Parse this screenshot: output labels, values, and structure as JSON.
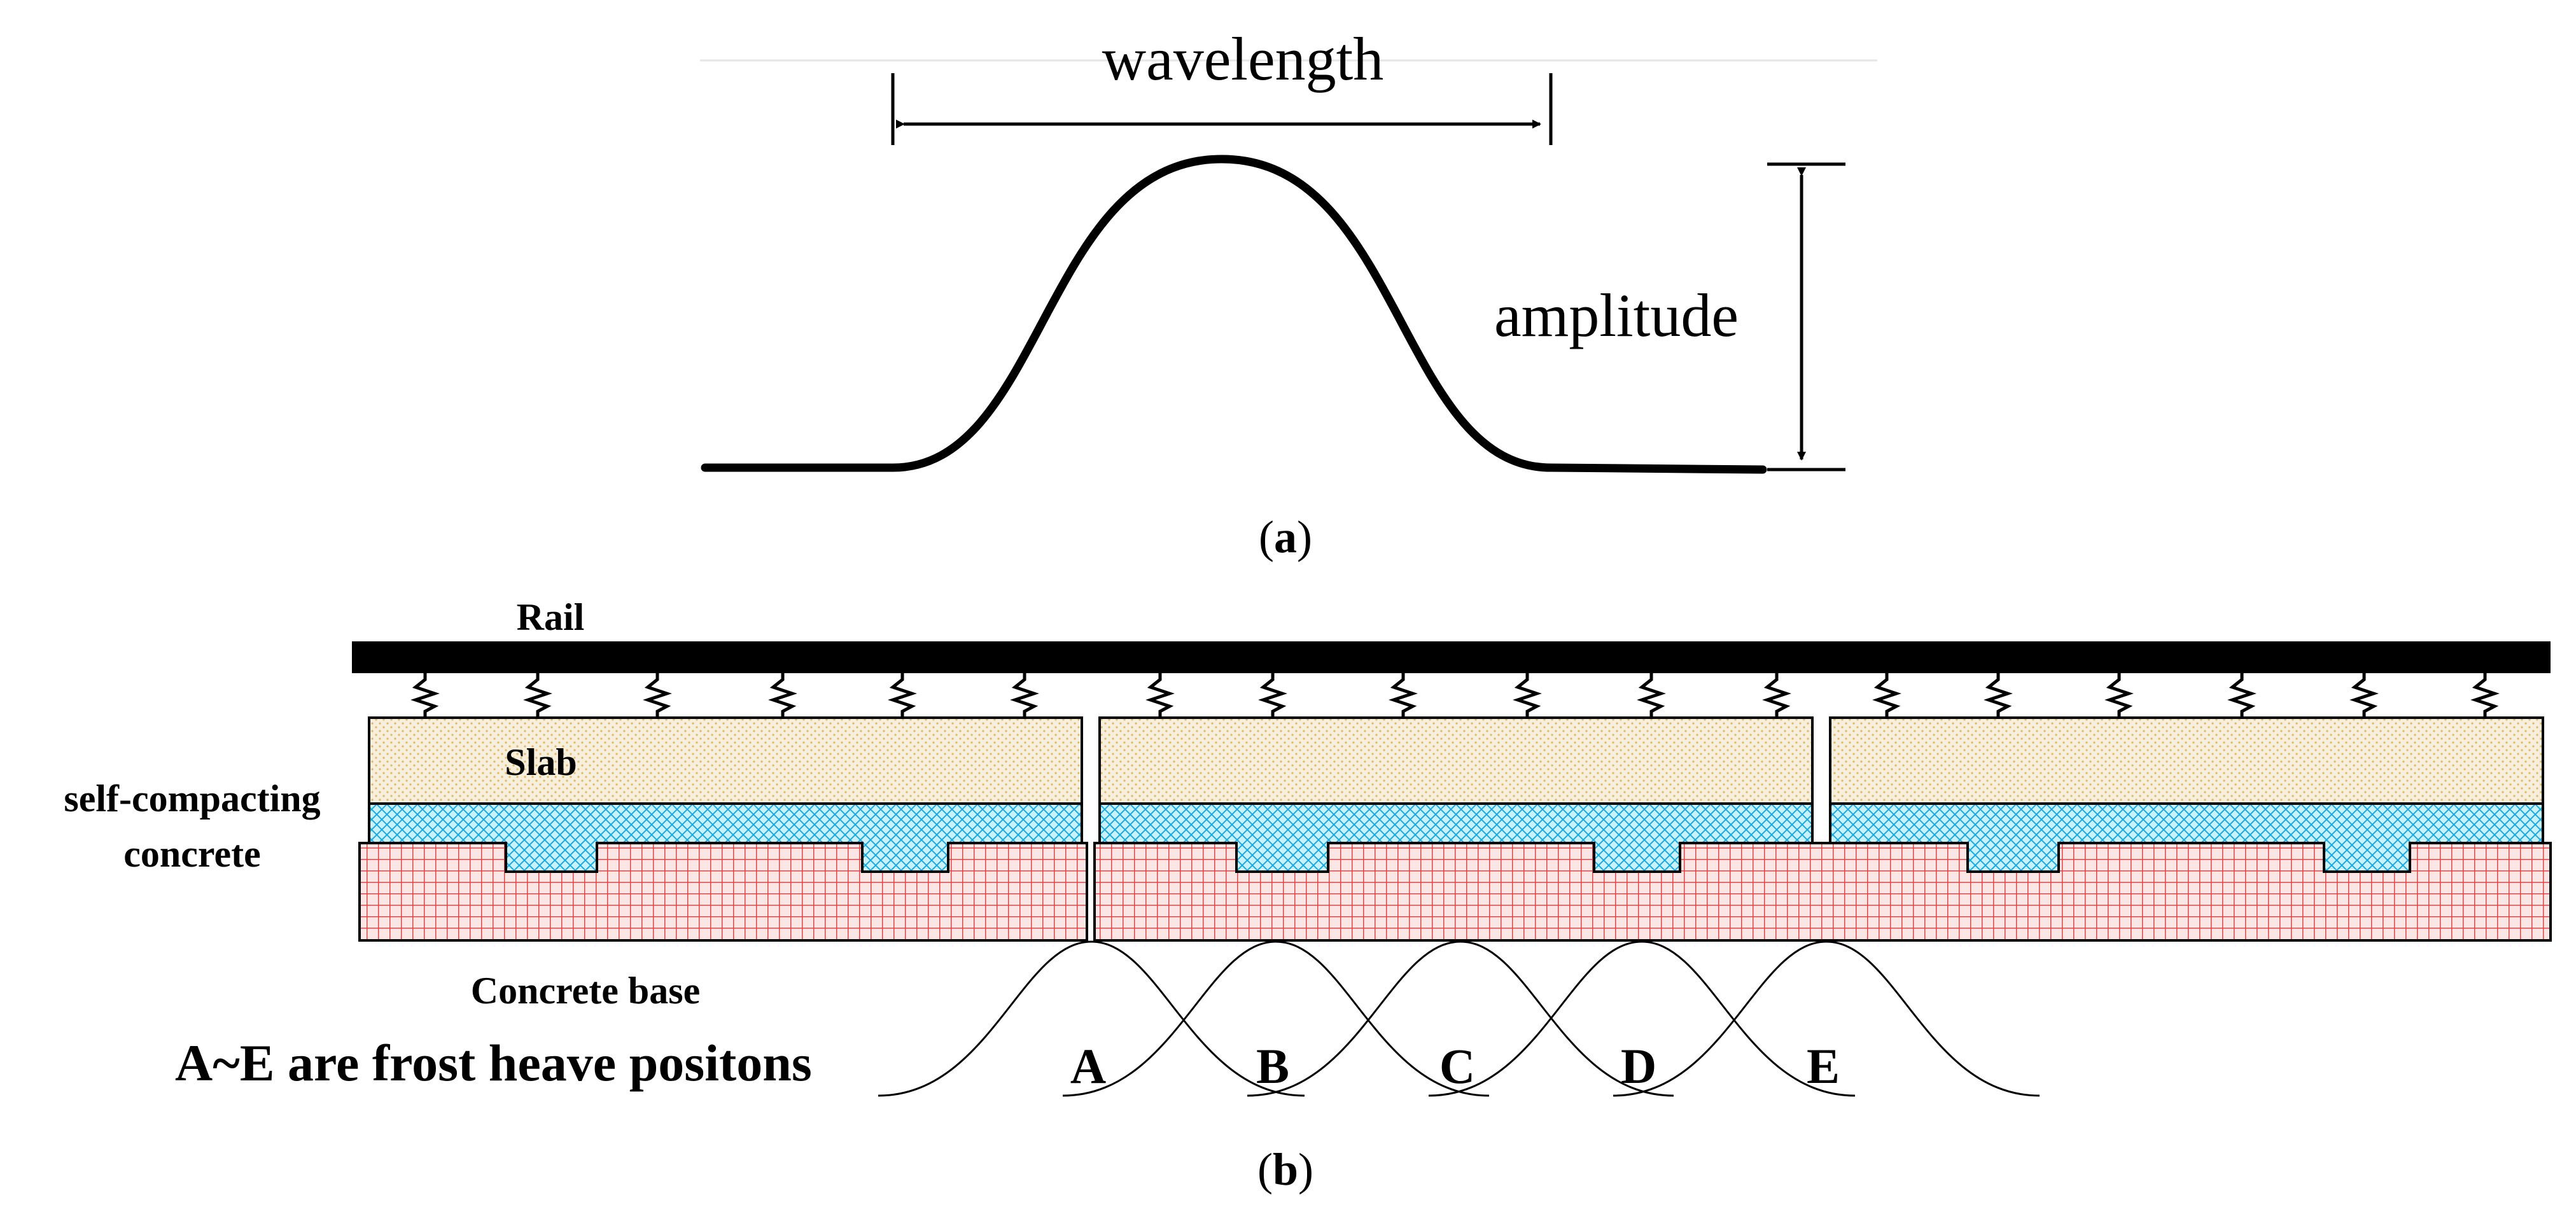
{
  "panel_a": {
    "wavelength_label": "wavelength",
    "amplitude_label": "amplitude",
    "caption_open": "(",
    "caption_letter": "a",
    "caption_close": ")"
  },
  "panel_b": {
    "rail_label": "Rail",
    "slab_label": "Slab",
    "scc_label_line1": "self-compacting",
    "scc_label_line2": "concrete",
    "base_label": "Concrete base",
    "note": "A~E are frost heave positons",
    "positions": [
      "A",
      "B",
      "C",
      "D",
      "E"
    ],
    "caption_open": "(",
    "caption_letter": "b",
    "caption_close": ")"
  },
  "colors": {
    "ink": "#000000",
    "slab_fill": "#f5efdc",
    "slab_dots": "#e3b46a",
    "scc_fill": "#c9f1f8",
    "scc_hatch": "#1aa9e0",
    "base_fill": "#fbe5e5",
    "base_grid": "#e04545"
  }
}
